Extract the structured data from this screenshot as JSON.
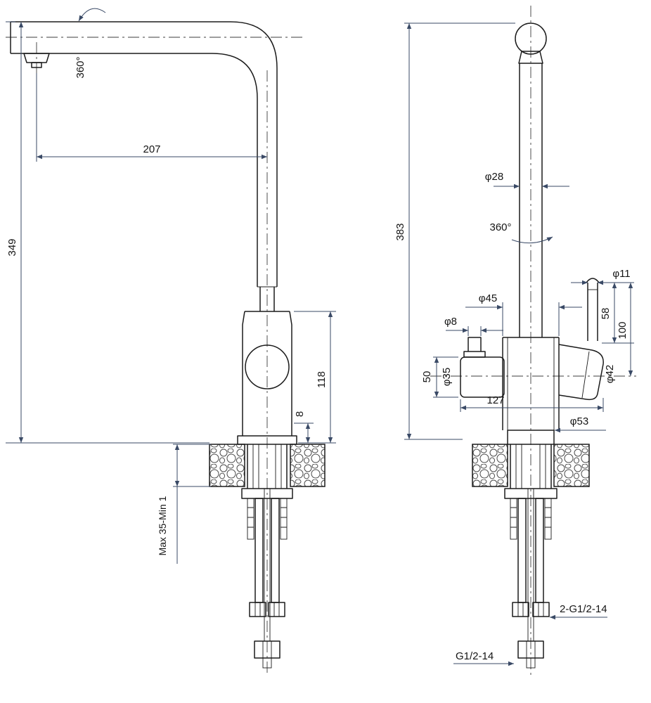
{
  "drawing": {
    "left_view": {
      "swivel_angle": "360°",
      "spout_reach": "207",
      "spout_height": "349",
      "body_height": "118",
      "flange_height": "8",
      "deck_range": "Max 35-Min 1"
    },
    "right_view": {
      "total_height": "383",
      "pipe_diameter": "φ28",
      "swivel_angle": "360°",
      "body_diameter": "φ45",
      "side_spout_diameter": "φ8",
      "left_handle_height": "50",
      "left_handle_diameter": "φ35",
      "body_width": "127",
      "base_diameter": "φ53",
      "side_pipe_diameter": "φ11",
      "side_pipe_length": "58",
      "side_pipe_total": "100",
      "right_handle_diameter": "φ42",
      "hose_thread": "2-G1/2-14",
      "inlet_thread": "G1/2-14"
    }
  }
}
